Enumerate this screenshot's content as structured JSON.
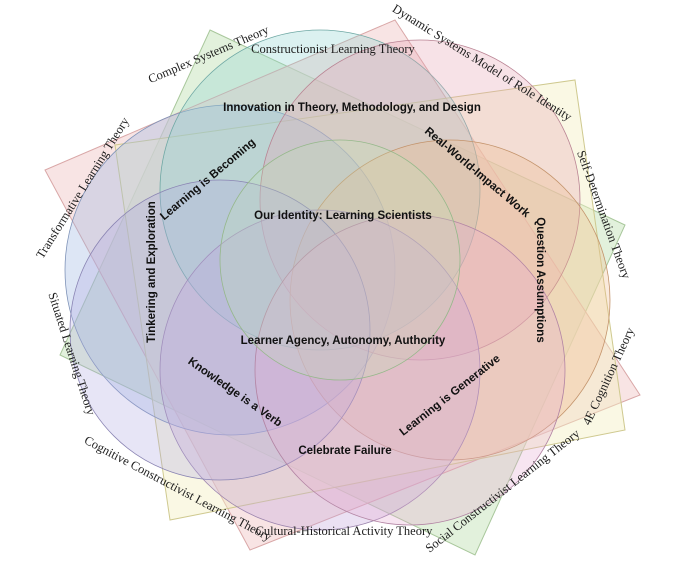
{
  "theories": {
    "constructionist": "Constructionist Learning Theory",
    "complex_systems": "Complex Systems Theory",
    "dynamic_systems": "Dynamic Systems Model of Role Identity",
    "transformative": "Transformative Learning Theory",
    "self_determination": "Self-Determination Theory",
    "situated": "Situated Learning Theory",
    "four_e_cognition": "4E Cognition Theory",
    "cognitive_constructivist": "Cognitive Constructivist Learning Theory",
    "social_constructivist": "Social Constructivist Learning Theory",
    "cultural_historical": "Cultural-Historical Activity Theory"
  },
  "values": {
    "innovation": "Innovation in Theory, Methodology, and Design",
    "learning_becoming": "Learning is Becoming",
    "real_world": "Real-World-Impact Work",
    "identity": "Our Identity: Learning Scientists",
    "tinkering": "Tinkering and Exploration",
    "question": "Question Assumptions",
    "agency": "Learner Agency, Autonomy, Authority",
    "knowledge_verb": "Knowledge is a Verb",
    "generative": "Learning is Generative",
    "failure": "Celebrate Failure"
  },
  "colors": {
    "green_square": "#cfe8c4",
    "pink_square": "#f2c9c9",
    "yellow_square": "#f3f0c4",
    "blue_circle": "#9fb7e3",
    "teal_circle": "#8fd3cf",
    "pink_circle": "#e6a5b5",
    "purple_circle": "#c7a9dc",
    "orange_circle": "#f0b98c"
  }
}
